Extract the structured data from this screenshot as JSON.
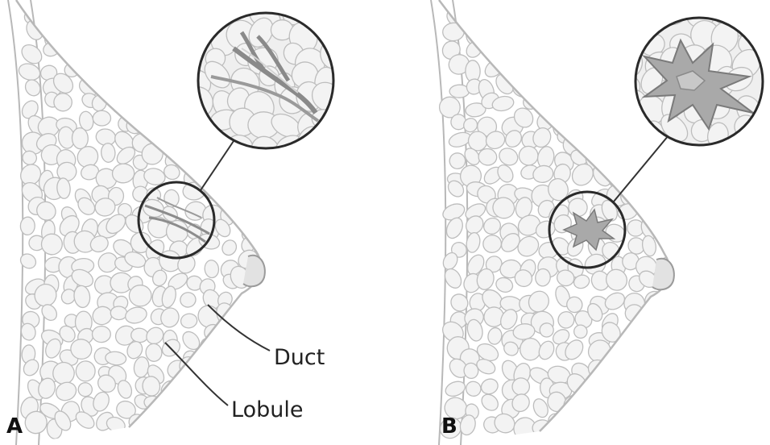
{
  "panels": [
    {
      "letter": "A",
      "state": "normal"
    },
    {
      "letter": "B",
      "state": "lesion"
    }
  ],
  "callouts": {
    "duct": "Duct",
    "lobule": "Lobule"
  },
  "colors": {
    "tissue_fill": "#f3f3f3",
    "tissue_line": "#bdbdbd",
    "lesion_fill": "#a9a9a9",
    "ring_line": "#2a2a2a"
  }
}
